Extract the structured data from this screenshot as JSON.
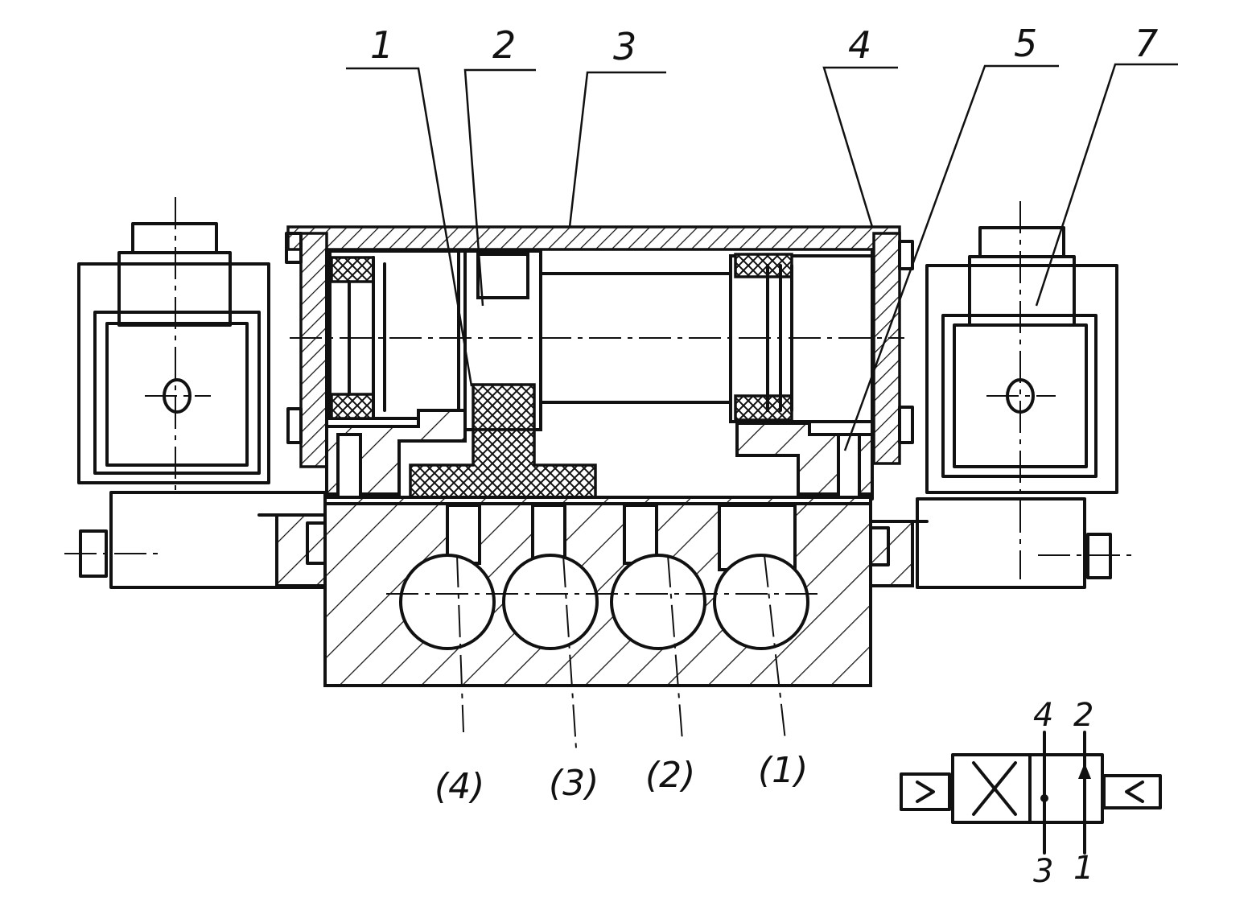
{
  "callouts": [
    "1",
    "2",
    "3",
    "4",
    "5",
    "7"
  ],
  "ports": [
    "(4)",
    "(3)",
    "(2)",
    "(1)"
  ],
  "symbol": {
    "top_left": "4",
    "top_right": "2",
    "bottom_left": "3",
    "bottom_right": "1"
  }
}
